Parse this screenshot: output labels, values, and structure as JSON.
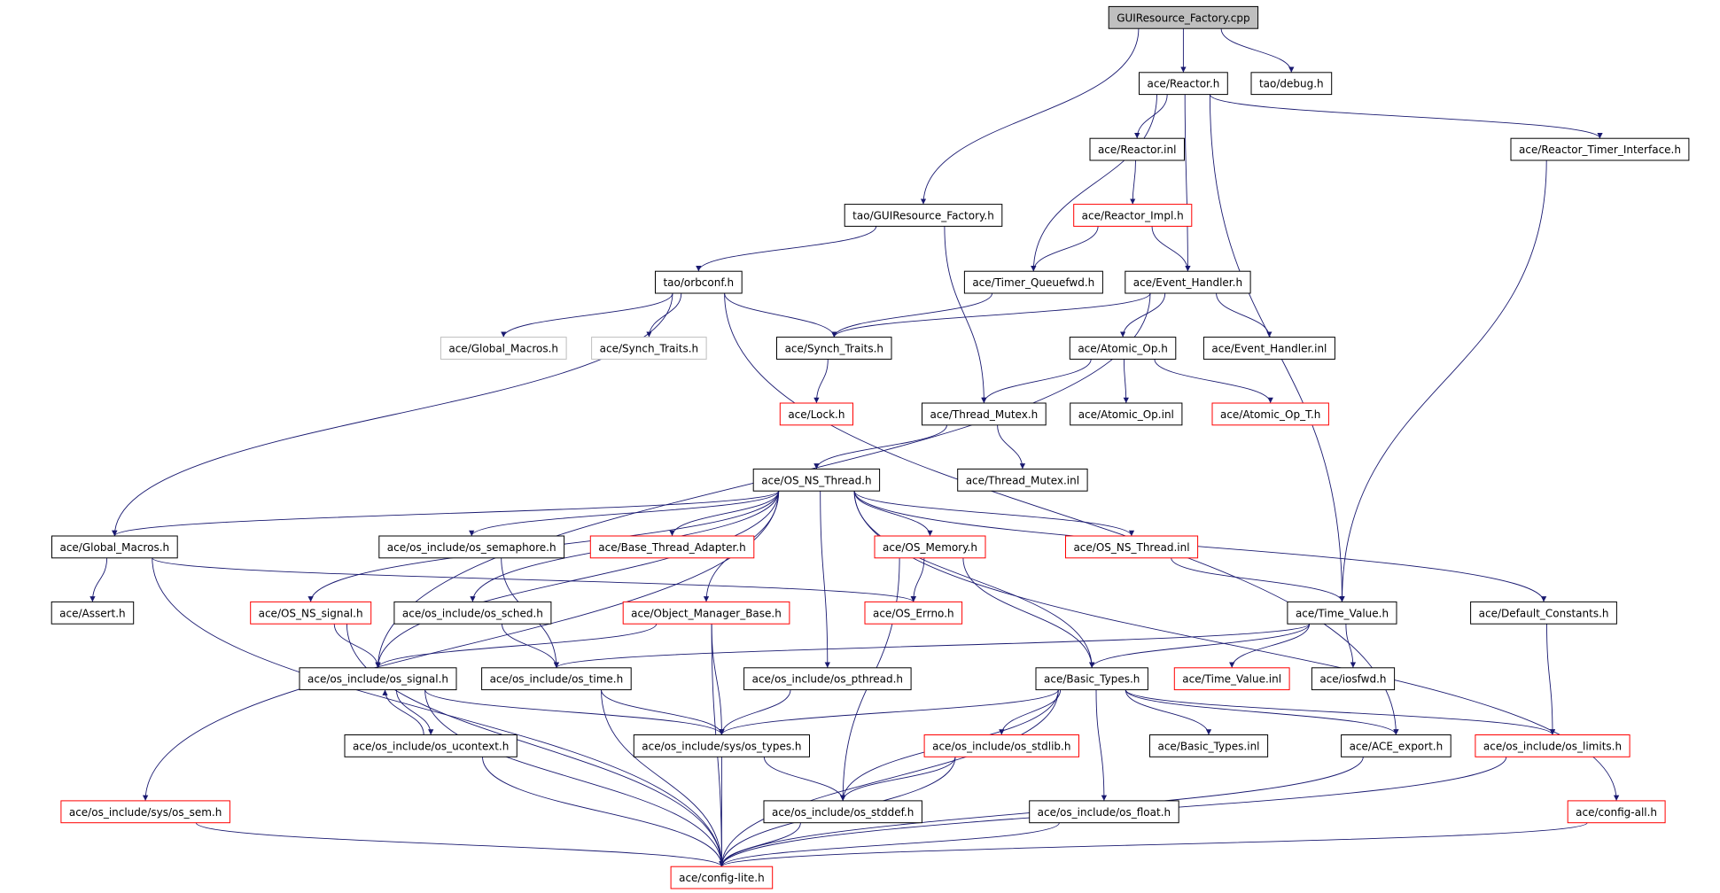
{
  "colors": {
    "edge": "#191970",
    "border_normal": "#000000",
    "border_incomplete": "#ff0000",
    "border_external": "#bfbfbf",
    "root_fill": "#bfbfbf",
    "text": "#000000"
  },
  "nodes": [
    {
      "id": "root",
      "label": "GUIResource_Factory.cpp",
      "style": "root"
    },
    {
      "id": "reactor",
      "label": "ace/Reactor.h",
      "style": "normal"
    },
    {
      "id": "taodebug",
      "label": "tao/debug.h",
      "style": "normal"
    },
    {
      "id": "reactorinl",
      "label": "ace/Reactor.inl",
      "style": "normal"
    },
    {
      "id": "rti",
      "label": "ace/Reactor_Timer_Interface.h",
      "style": "normal"
    },
    {
      "id": "guirf",
      "label": "tao/GUIResource_Factory.h",
      "style": "normal"
    },
    {
      "id": "rimpl",
      "label": "ace/Reactor_Impl.h",
      "style": "incomplete"
    },
    {
      "id": "orbconf",
      "label": "tao/orbconf.h",
      "style": "normal"
    },
    {
      "id": "tqfwd",
      "label": "ace/Timer_Queuefwd.h",
      "style": "normal"
    },
    {
      "id": "evh",
      "label": "ace/Event_Handler.h",
      "style": "normal"
    },
    {
      "id": "gmx",
      "label": "ace/Global_Macros.h",
      "style": "external"
    },
    {
      "id": "stx",
      "label": "ace/Synch_Traits.h",
      "style": "external"
    },
    {
      "id": "st",
      "label": "ace/Synch_Traits.h",
      "style": "normal"
    },
    {
      "id": "atom",
      "label": "ace/Atomic_Op.h",
      "style": "normal"
    },
    {
      "id": "evhinl",
      "label": "ace/Event_Handler.inl",
      "style": "normal"
    },
    {
      "id": "lock",
      "label": "ace/Lock.h",
      "style": "incomplete"
    },
    {
      "id": "tmx",
      "label": "ace/Thread_Mutex.h",
      "style": "normal"
    },
    {
      "id": "atominl",
      "label": "ace/Atomic_Op.inl",
      "style": "normal"
    },
    {
      "id": "atomT",
      "label": "ace/Atomic_Op_T.h",
      "style": "incomplete"
    },
    {
      "id": "osnst",
      "label": "ace/OS_NS_Thread.h",
      "style": "normal"
    },
    {
      "id": "tmxinl",
      "label": "ace/Thread_Mutex.inl",
      "style": "normal"
    },
    {
      "id": "gm",
      "label": "ace/Global_Macros.h",
      "style": "normal"
    },
    {
      "id": "sem",
      "label": "ace/os_include/os_semaphore.h",
      "style": "normal"
    },
    {
      "id": "bta",
      "label": "ace/Base_Thread_Adapter.h",
      "style": "incomplete"
    },
    {
      "id": "osmem",
      "label": "ace/OS_Memory.h",
      "style": "incomplete"
    },
    {
      "id": "osnstinl",
      "label": "ace/OS_NS_Thread.inl",
      "style": "incomplete"
    },
    {
      "id": "assert",
      "label": "ace/Assert.h",
      "style": "normal"
    },
    {
      "id": "osnssig",
      "label": "ace/OS_NS_signal.h",
      "style": "incomplete"
    },
    {
      "id": "sched",
      "label": "ace/os_include/os_sched.h",
      "style": "normal"
    },
    {
      "id": "omb",
      "label": "ace/Object_Manager_Base.h",
      "style": "incomplete"
    },
    {
      "id": "errno",
      "label": "ace/OS_Errno.h",
      "style": "incomplete"
    },
    {
      "id": "tv",
      "label": "ace/Time_Value.h",
      "style": "normal"
    },
    {
      "id": "dc",
      "label": "ace/Default_Constants.h",
      "style": "normal"
    },
    {
      "id": "sig",
      "label": "ace/os_include/os_signal.h",
      "style": "normal"
    },
    {
      "id": "ostime",
      "label": "ace/os_include/os_time.h",
      "style": "normal"
    },
    {
      "id": "pthr",
      "label": "ace/os_include/os_pthread.h",
      "style": "normal"
    },
    {
      "id": "bt",
      "label": "ace/Basic_Types.h",
      "style": "normal"
    },
    {
      "id": "tvinl",
      "label": "ace/Time_Value.inl",
      "style": "incomplete"
    },
    {
      "id": "iosfwd",
      "label": "ace/iosfwd.h",
      "style": "normal"
    },
    {
      "id": "uctx",
      "label": "ace/os_include/os_ucontext.h",
      "style": "normal"
    },
    {
      "id": "systypes",
      "label": "ace/os_include/sys/os_types.h",
      "style": "normal"
    },
    {
      "id": "stdlib",
      "label": "ace/os_include/os_stdlib.h",
      "style": "incomplete"
    },
    {
      "id": "btinl",
      "label": "ace/Basic_Types.inl",
      "style": "normal"
    },
    {
      "id": "aceexp",
      "label": "ace/ACE_export.h",
      "style": "normal"
    },
    {
      "id": "limits",
      "label": "ace/os_include/os_limits.h",
      "style": "incomplete"
    },
    {
      "id": "syssem",
      "label": "ace/os_include/sys/os_sem.h",
      "style": "incomplete"
    },
    {
      "id": "stddef",
      "label": "ace/os_include/os_stddef.h",
      "style": "normal"
    },
    {
      "id": "float",
      "label": "ace/os_include/os_float.h",
      "style": "normal"
    },
    {
      "id": "cfgall",
      "label": "ace/config-all.h",
      "style": "incomplete"
    },
    {
      "id": "cfglite",
      "label": "ace/config-lite.h",
      "style": "incomplete"
    }
  ],
  "edges": [
    [
      "root",
      "reactor"
    ],
    [
      "root",
      "taodebug"
    ],
    [
      "root",
      "guirf"
    ],
    [
      "reactor",
      "reactorinl"
    ],
    [
      "reactor",
      "rti"
    ],
    [
      "reactor",
      "tqfwd"
    ],
    [
      "reactor",
      "evh"
    ],
    [
      "reactor",
      "tv"
    ],
    [
      "reactorinl",
      "rimpl"
    ],
    [
      "rimpl",
      "tqfwd"
    ],
    [
      "rimpl",
      "evh"
    ],
    [
      "rti",
      "tv"
    ],
    [
      "guirf",
      "orbconf"
    ],
    [
      "guirf",
      "tmx"
    ],
    [
      "orbconf",
      "gmx"
    ],
    [
      "orbconf",
      "stx"
    ],
    [
      "orbconf",
      "st"
    ],
    [
      "orbconf",
      "gm"
    ],
    [
      "orbconf",
      "aceexp"
    ],
    [
      "tqfwd",
      "st"
    ],
    [
      "evh",
      "st"
    ],
    [
      "evh",
      "atom"
    ],
    [
      "evh",
      "evhinl"
    ],
    [
      "evh",
      "sig"
    ],
    [
      "st",
      "lock"
    ],
    [
      "atom",
      "tmx"
    ],
    [
      "atom",
      "atominl"
    ],
    [
      "atom",
      "atomT"
    ],
    [
      "tmx",
      "osnst"
    ],
    [
      "tmx",
      "tmxinl"
    ],
    [
      "osnst",
      "gm"
    ],
    [
      "osnst",
      "sem"
    ],
    [
      "osnst",
      "bta"
    ],
    [
      "osnst",
      "osmem"
    ],
    [
      "osnst",
      "osnstinl"
    ],
    [
      "osnst",
      "osnssig"
    ],
    [
      "osnst",
      "sched"
    ],
    [
      "osnst",
      "omb"
    ],
    [
      "osnst",
      "pthr"
    ],
    [
      "osnst",
      "bt"
    ],
    [
      "osnst",
      "dc"
    ],
    [
      "osnst",
      "sig"
    ],
    [
      "osnst",
      "syssem"
    ],
    [
      "osnst",
      "cfgall"
    ],
    [
      "gm",
      "assert"
    ],
    [
      "gm",
      "errno"
    ],
    [
      "gm",
      "cfglite"
    ],
    [
      "sem",
      "ostime"
    ],
    [
      "osmem",
      "errno"
    ],
    [
      "osmem",
      "bt"
    ],
    [
      "osmem",
      "stddef"
    ],
    [
      "osnstinl",
      "tv"
    ],
    [
      "osnssig",
      "sig"
    ],
    [
      "osnssig",
      "cfglite"
    ],
    [
      "sched",
      "ostime"
    ],
    [
      "omb",
      "sig"
    ],
    [
      "omb",
      "systypes"
    ],
    [
      "omb",
      "cfglite"
    ],
    [
      "tv",
      "ostime"
    ],
    [
      "tv",
      "bt"
    ],
    [
      "tv",
      "tvinl"
    ],
    [
      "tv",
      "iosfwd"
    ],
    [
      "dc",
      "limits"
    ],
    [
      "sig",
      "systypes"
    ],
    [
      "sig",
      "uctx"
    ],
    [
      "sig",
      "cfglite"
    ],
    [
      "uctx",
      "sig"
    ],
    [
      "uctx",
      "cfglite"
    ],
    [
      "ostime",
      "systypes"
    ],
    [
      "ostime",
      "cfglite"
    ],
    [
      "pthr",
      "systypes"
    ],
    [
      "bt",
      "systypes"
    ],
    [
      "bt",
      "stdlib"
    ],
    [
      "bt",
      "btinl"
    ],
    [
      "bt",
      "aceexp"
    ],
    [
      "bt",
      "limits"
    ],
    [
      "bt",
      "stddef"
    ],
    [
      "bt",
      "float"
    ],
    [
      "bt",
      "cfglite"
    ],
    [
      "systypes",
      "stddef"
    ],
    [
      "systypes",
      "cfglite"
    ],
    [
      "stdlib",
      "stddef"
    ],
    [
      "stdlib",
      "cfglite"
    ],
    [
      "aceexp",
      "cfglite"
    ],
    [
      "limits",
      "cfglite"
    ],
    [
      "syssem",
      "cfglite"
    ],
    [
      "stddef",
      "cfglite"
    ],
    [
      "float",
      "cfglite"
    ],
    [
      "cfgall",
      "cfglite"
    ]
  ]
}
